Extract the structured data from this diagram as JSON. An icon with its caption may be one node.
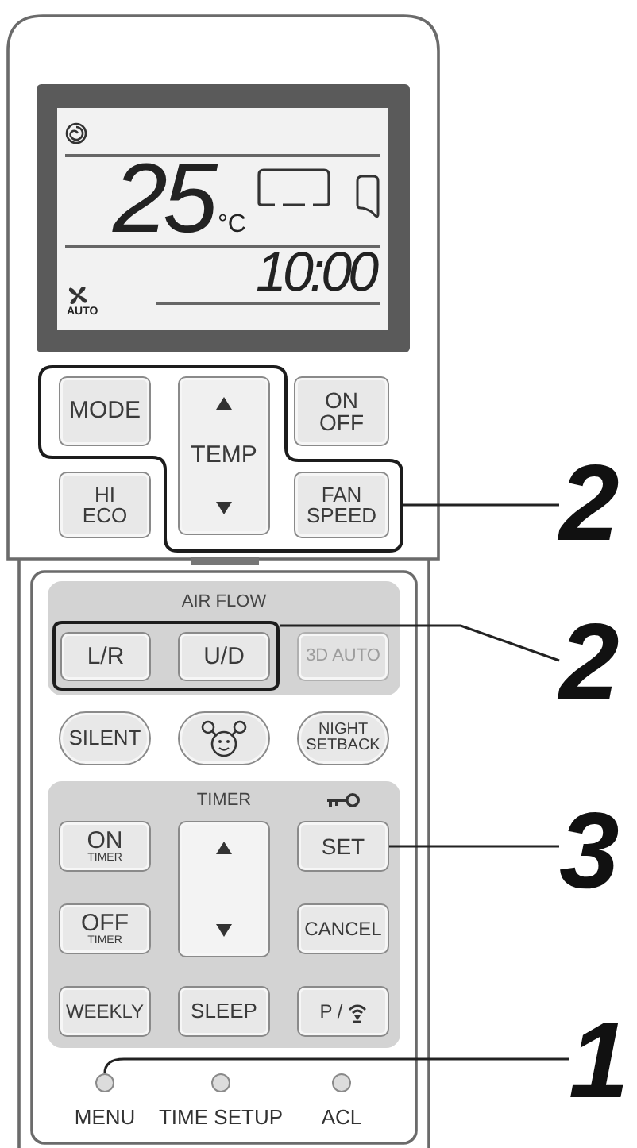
{
  "diagram": {
    "nodes": [
      {
        "text": [
          "25",
          "°C",
          "10:00",
          "AUTO"
        ]
      },
      {
        "text": [],
        "shape": "box"
      },
      {
        "text": [
          "MODE"
        ],
        "in": 1
      },
      {
        "text": [
          "TEMP"
        ],
        "in": 1
      },
      {
        "text": [
          "ON OFF"
        ]
      },
      {
        "text": [
          "HI ECO"
        ]
      },
      {
        "text": [
          "FAN SPEED"
        ],
        "in": 1
      },
      {
        "text": [
          "2"
        ]
      },
      {
        "text": [
          "AIR FLOW"
        ]
      },
      {
        "text": [],
        "shape": "box",
        "in": 8
      },
      {
        "text": [
          "L/R"
        ],
        "in": 9
      },
      {
        "text": [
          "U/D"
        ],
        "in": 9
      },
      {
        "text": [
          "3D AUTO"
        ],
        "in": 8
      },
      {
        "text": [
          "2"
        ]
      },
      {
        "text": [
          "SILENT"
        ]
      },
      {
        "text": [],
        "shape": "box"
      },
      {
        "text": [
          "NIGHT SETBACK"
        ]
      },
      {
        "text": [
          "TIMER"
        ]
      },
      {
        "text": [
          "ON",
          "TIMER"
        ],
        "in": 17
      },
      {
        "text": [],
        "shape": "box",
        "in": 17
      },
      {
        "text": [
          "SET"
        ],
        "in": 17
      },
      {
        "text": [
          "3"
        ]
      },
      {
        "text": [
          "OFF",
          "TIMER"
        ],
        "in": 17
      },
      {
        "text": [
          "CANCEL"
        ],
        "in": 17
      },
      {
        "text": [
          "WEEKLY"
        ],
        "in": 17
      },
      {
        "text": [
          "SLEEP"
        ],
        "in": 17
      },
      {
        "text": [
          "P /"
        ],
        "in": 17
      },
      {
        "text": [],
        "shape": "circle",
        "beside": [
          "MENU"
        ]
      },
      {
        "text": [],
        "shape": "circle",
        "beside": [
          "TIME SETUP"
        ]
      },
      {
        "text": [],
        "shape": "circle",
        "beside": [
          "ACL"
        ]
      },
      {
        "text": [
          "1"
        ]
      }
    ],
    "edges": [
      {
        "from": 7,
        "to": 1,
        "arrow": "none"
      },
      {
        "from": 13,
        "to": 9,
        "arrow": "none"
      },
      {
        "from": 21,
        "to": 20,
        "arrow": "none"
      },
      {
        "from": 30,
        "to": 27,
        "arrow": "none"
      }
    ]
  }
}
